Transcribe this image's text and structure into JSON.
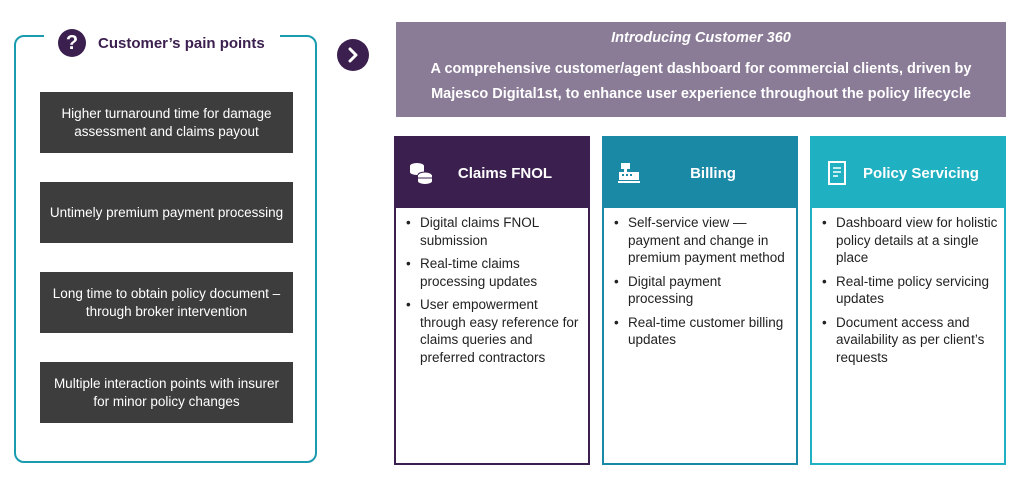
{
  "pain_points": {
    "title": "Customer’s pain points",
    "items": [
      "Higher turnaround time for damage assessment and claims payout",
      "Untimely premium payment processing",
      "Long time to obtain policy document – through broker intervention",
      "Multiple interaction points with insurer for minor policy changes"
    ]
  },
  "banner": {
    "title": "Introducing Customer 360",
    "text": "A comprehensive customer/agent dashboard for commercial clients, driven by Majesco Digital1st, to enhance user experience throughout the policy lifecycle"
  },
  "cards": [
    {
      "title": "Claims FNOL",
      "icon": "coins-icon",
      "color": "#3b1f4f",
      "items": [
        "Digital claims FNOL submission",
        "Real-time claims processing updates",
        "User empowerment through easy reference for claims queries and preferred contractors"
      ]
    },
    {
      "title": "Billing",
      "icon": "cash-register-icon",
      "color": "#1a89a6",
      "items": [
        "Self-service view — payment and change in premium payment method",
        "Digital payment processing",
        "Real-time customer billing updates"
      ]
    },
    {
      "title": "Policy Servicing",
      "icon": "document-icon",
      "color": "#1fb0c2",
      "items": [
        "Dashboard view for holistic policy details at a single place",
        "Real-time policy servicing updates",
        "Document access and availability as per client’s requests"
      ]
    }
  ]
}
